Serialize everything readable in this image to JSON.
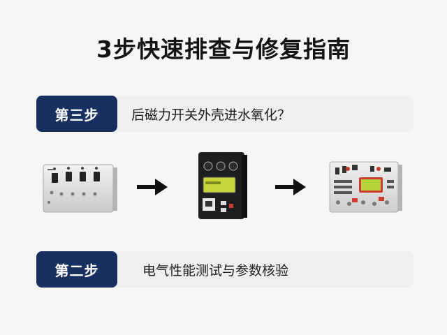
{
  "title": "3步快速排查与修复指南",
  "steps": [
    {
      "badge": "第三步",
      "text": "后磁力开关外壳进水氧化？"
    },
    {
      "badge": "第二步",
      "text": "电气性能测试与参数核验"
    }
  ],
  "flow": {
    "devices": [
      "switch-panel-icon",
      "digital-meter-icon",
      "control-board-icon"
    ],
    "connector": "arrow-right-icon"
  },
  "colors": {
    "badge": "#17305f",
    "row_bg": "#eeeff1",
    "display": "#c8d63a"
  }
}
